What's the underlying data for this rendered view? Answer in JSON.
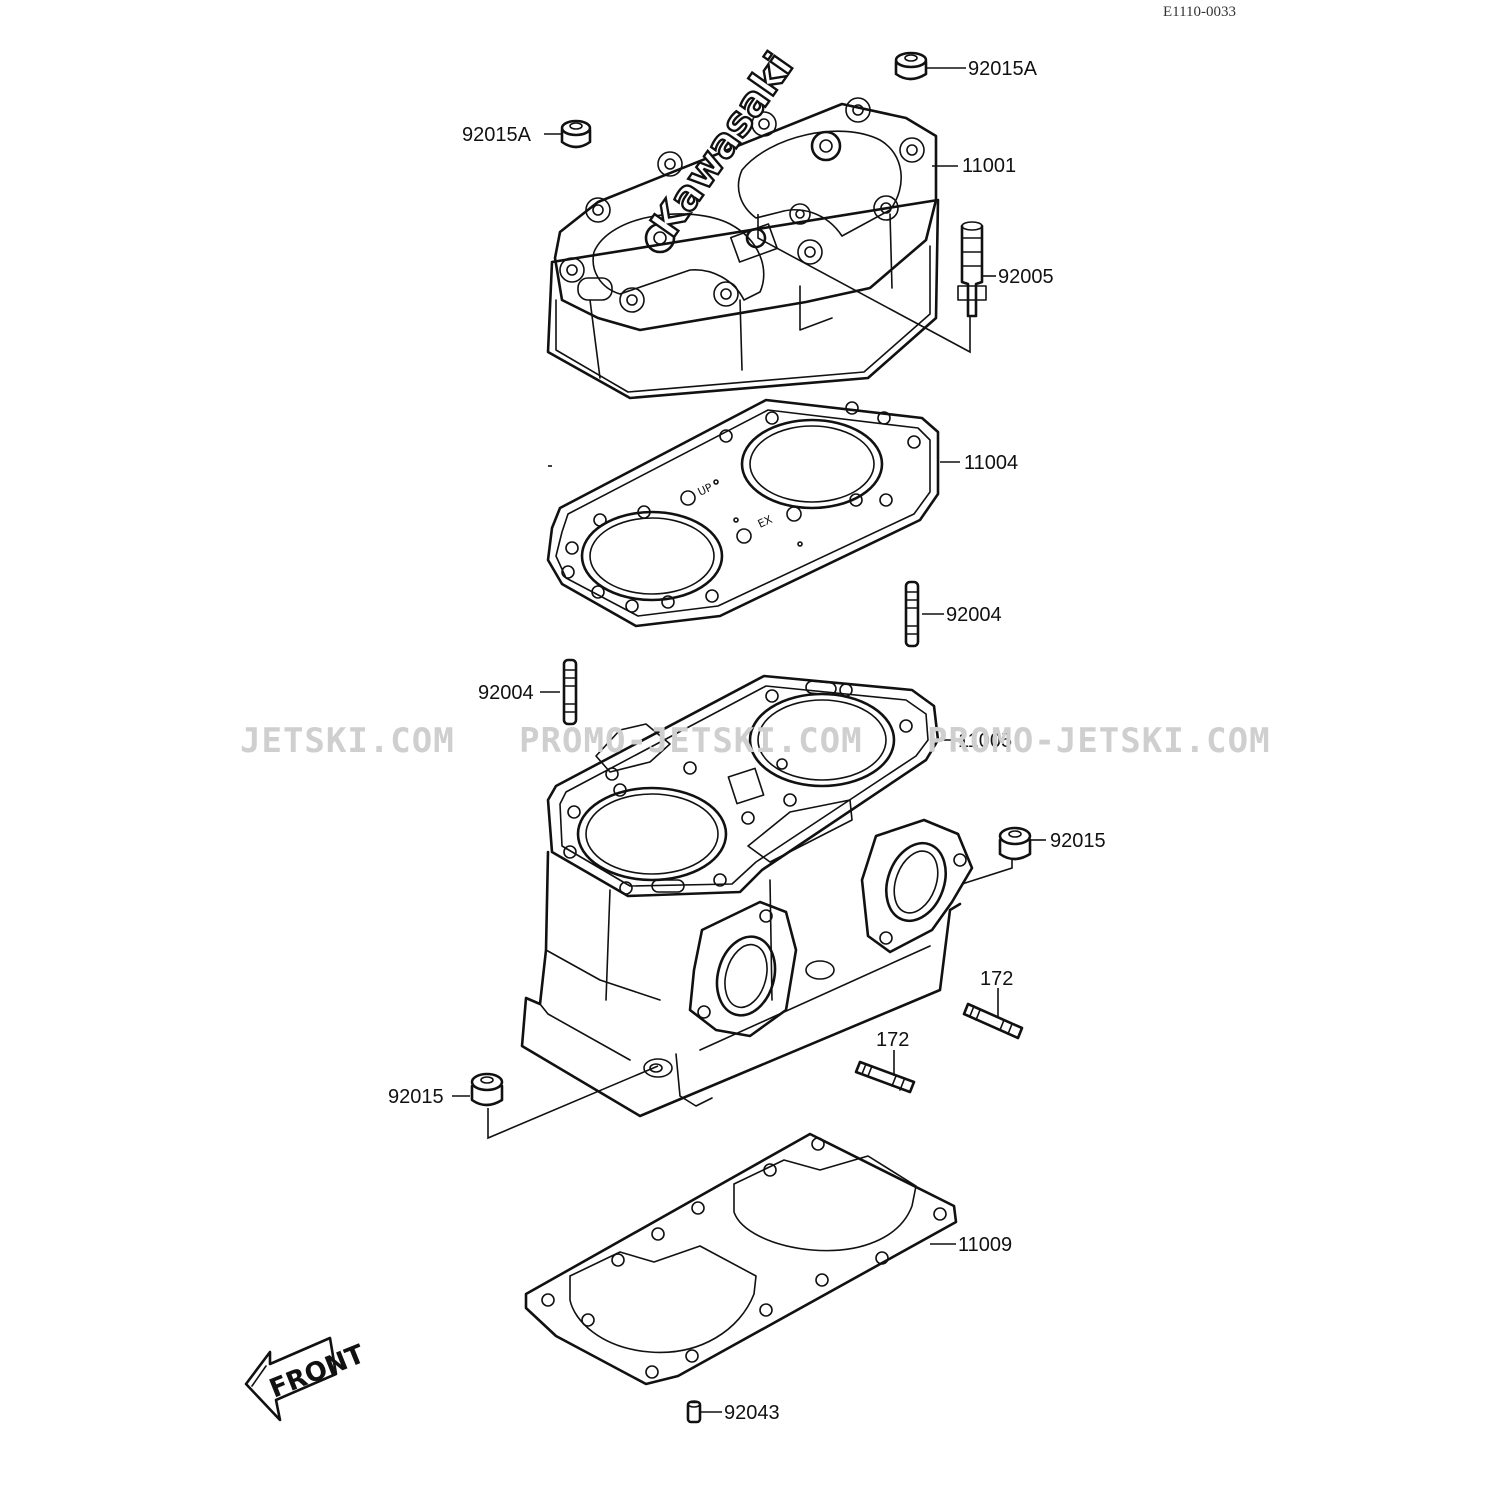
{
  "diagram_code": "E1110-0033",
  "brand_logo": "Kawasaki",
  "gasket_marks": {
    "up": "UP",
    "ex": "EX"
  },
  "watermark": "JETSKI.COM   PROMO-JETSKI.COM   PROMO-JETSKI.COM",
  "direction_label": "FRONT",
  "parts": {
    "nut_top_right": "92015A",
    "nut_top_left": "92015A",
    "cylinder_head": "11001",
    "fitting": "92005",
    "head_gasket": "11004",
    "stud_right": "92004",
    "stud_left": "92004",
    "cylinder": "11005",
    "nut_right": "92015",
    "stud_172_right": "172",
    "stud_172_left": "172",
    "nut_left": "92015",
    "base_gasket": "11009",
    "dowel_pin": "92043"
  }
}
